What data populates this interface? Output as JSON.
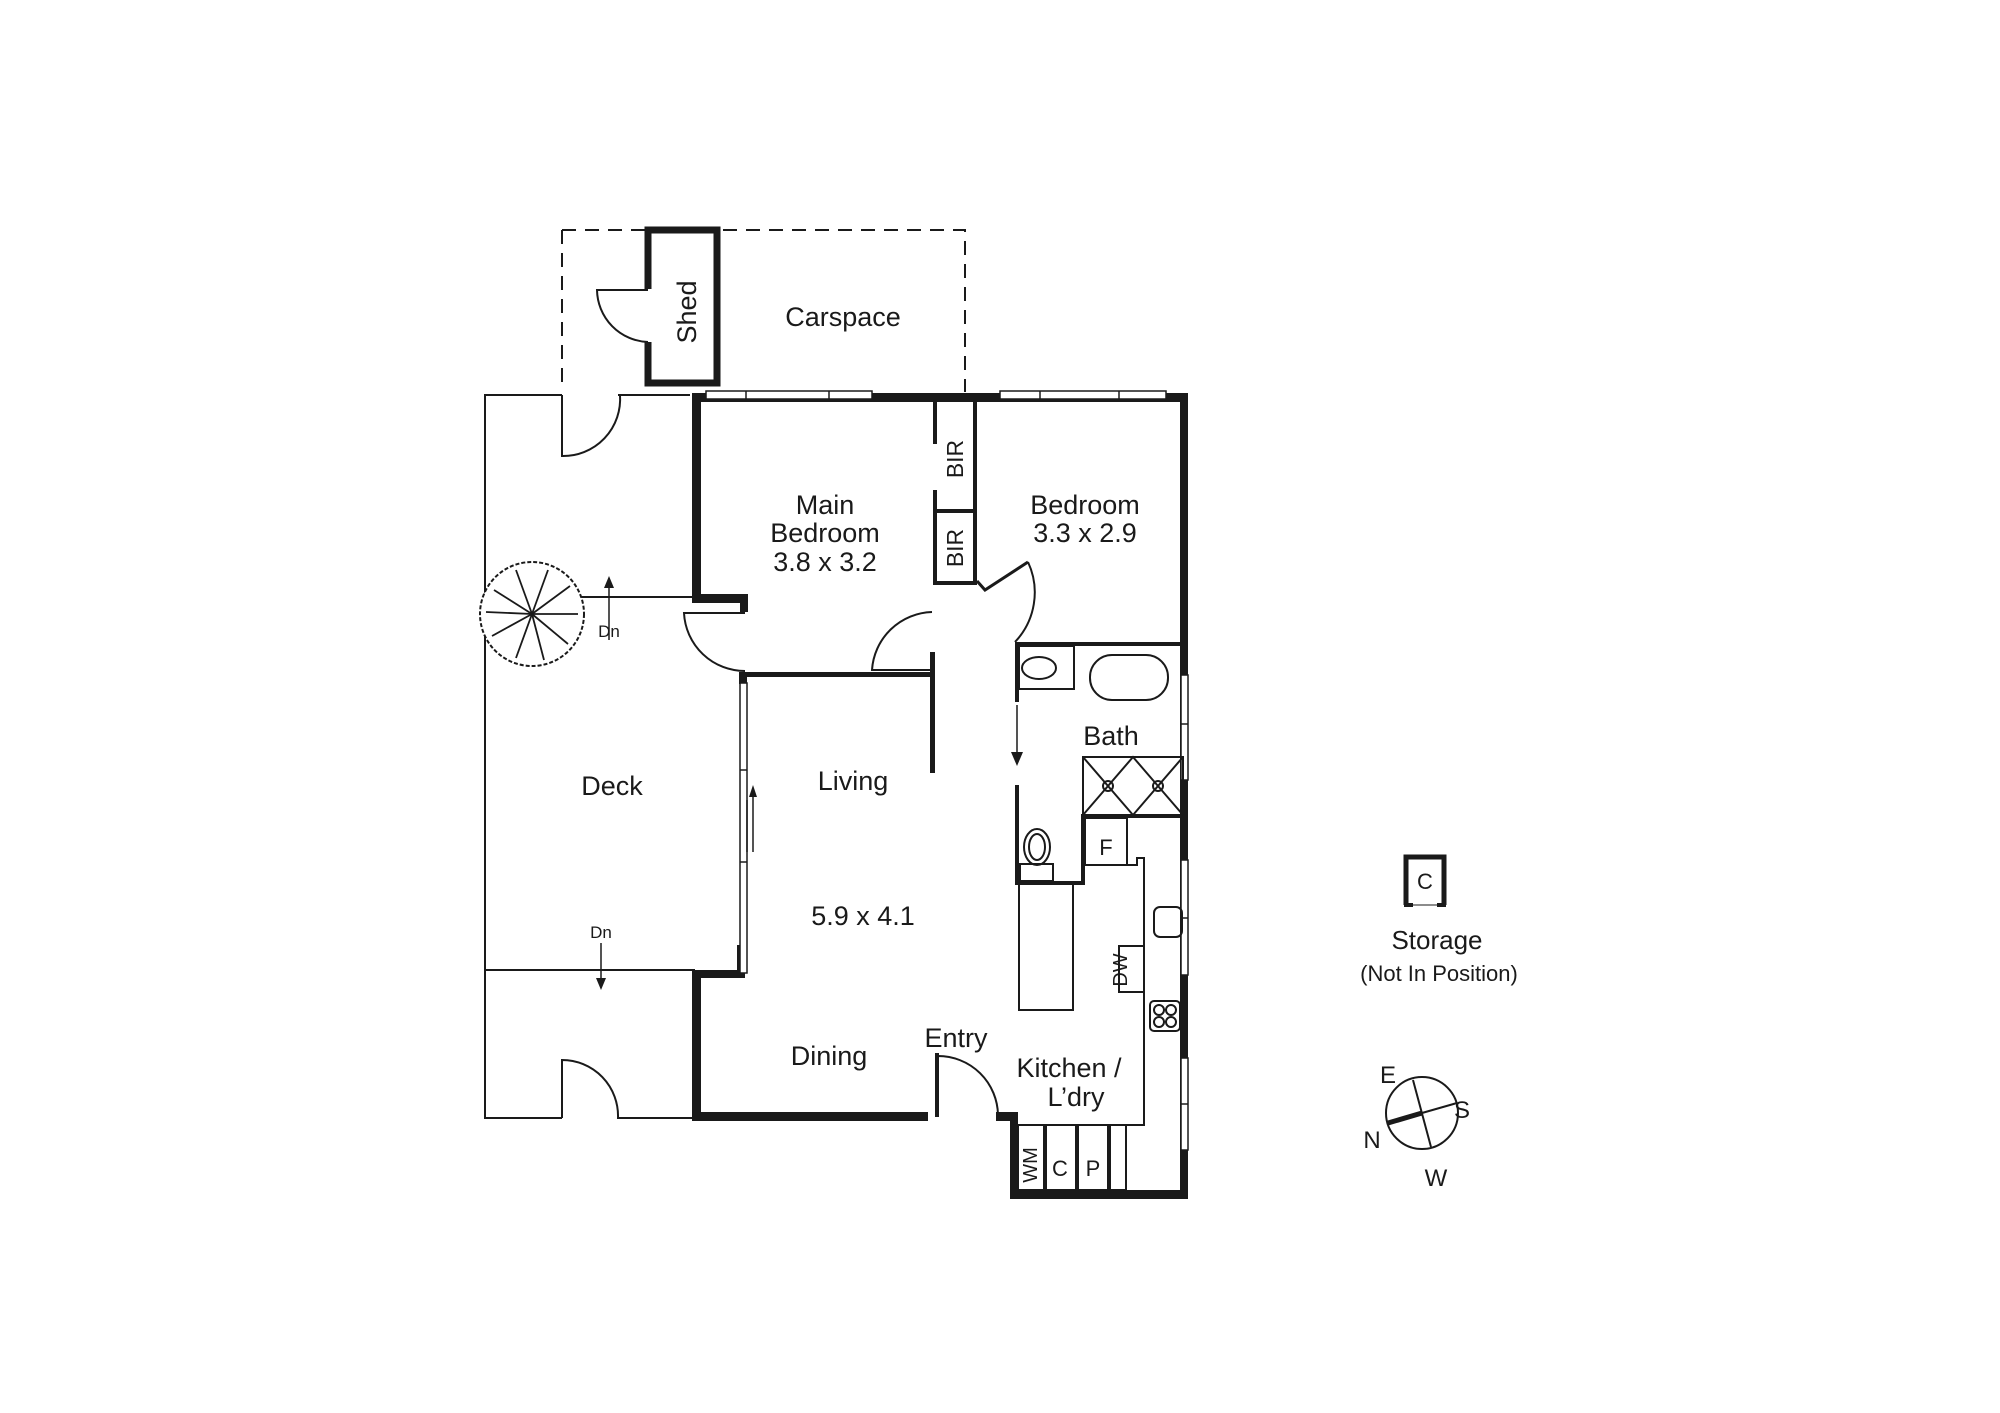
{
  "plan": {
    "rooms": {
      "carspace": {
        "label": "Carspace"
      },
      "shed": {
        "label": "Shed"
      },
      "main_bedroom": {
        "label": "Main",
        "label2": "Bedroom",
        "dims": "3.8 x 3.2"
      },
      "bedroom": {
        "label": "Bedroom",
        "dims": "3.3 x 2.9"
      },
      "bir_top": {
        "label": "BIR"
      },
      "bir_bottom": {
        "label": "BIR"
      },
      "bath": {
        "label": "Bath"
      },
      "deck": {
        "label": "Deck"
      },
      "living": {
        "label": "Living",
        "dims": "5.9 x 4.1"
      },
      "dining": {
        "label": "Dining"
      },
      "entry": {
        "label": "Entry"
      },
      "kitchen": {
        "label": "Kitchen /",
        "label2": "L’dry"
      },
      "fridge": {
        "label": "F"
      },
      "dishwasher": {
        "label": "DW"
      },
      "washing_machine": {
        "label": "WM"
      },
      "cupboard": {
        "label": "C"
      },
      "pantry": {
        "label": "P"
      }
    },
    "stairs": [
      {
        "label": "Dn"
      },
      {
        "label": "Dn"
      }
    ]
  },
  "legend": {
    "storage": {
      "icon_label": "C",
      "title": "Storage",
      "note": "(Not In Position)"
    },
    "compass": {
      "n": "N",
      "e": "E",
      "s": "S",
      "w": "W"
    }
  },
  "colors": {
    "line": "#1a1a1a",
    "background": "#ffffff"
  }
}
